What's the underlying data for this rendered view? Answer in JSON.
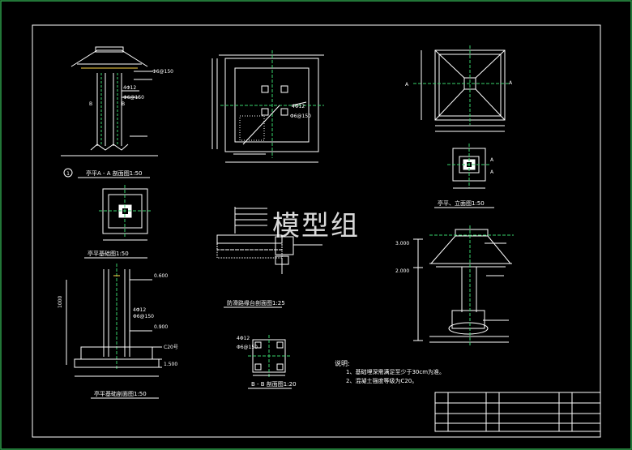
{
  "watermark": "模型组",
  "colors": {
    "background": "#000000",
    "line_white": "#ffffff",
    "line_green": "#37d36b",
    "line_yellow": "#ffd84a"
  },
  "views": {
    "section_aa": {
      "title": "亭平A - A 剖面图1:50",
      "marker": "1"
    },
    "foundation_plan": {
      "title": "亭平基础图1:50"
    },
    "foundation_section": {
      "title": "亭平基础剖面图1:50",
      "labels": [
        "0.600",
        "0.900",
        "C20号",
        "1.500"
      ]
    },
    "top_plan": {
      "labels": [
        "4Φ12",
        "Φ6@150"
      ]
    },
    "roof_plan": {
      "labels": [
        "A",
        "A"
      ]
    },
    "pavilion_plan": {
      "title": "亭平、立面图1:50"
    },
    "kerb_detail": {
      "title": "防滑路缘台剖面图1:25"
    },
    "bb_section": {
      "title": "B - B 剖面图1:20",
      "labels": [
        "4Φ12",
        "Φ6@150"
      ]
    },
    "elevation": {
      "labels": [
        "3.000",
        "2.000"
      ]
    }
  },
  "notes": {
    "heading": "说明:",
    "items": [
      "1、基础埋深需满足至少于30cm为准。",
      "2、混凝土强度等级为C20。"
    ]
  }
}
